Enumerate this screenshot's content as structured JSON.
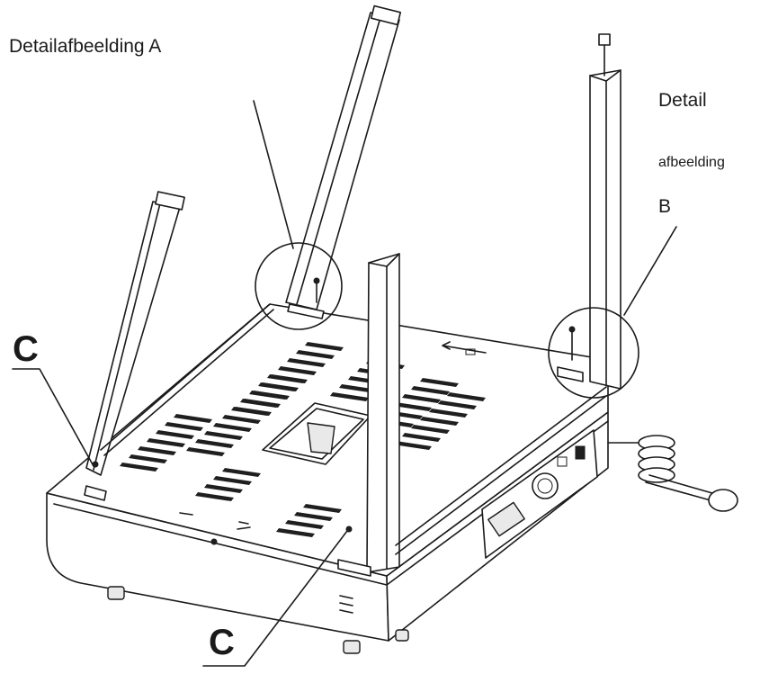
{
  "labels": {
    "detail_a": "Detailafbeelding  A",
    "detail_b_line1": "Detail",
    "detail_b_line2": "afbeelding",
    "detail_b_line3": "B",
    "c_left": "C",
    "c_bottom": "C"
  },
  "colors": {
    "ink": "#1a1a1a",
    "background": "#ffffff",
    "slot": "#1f1f1f"
  }
}
